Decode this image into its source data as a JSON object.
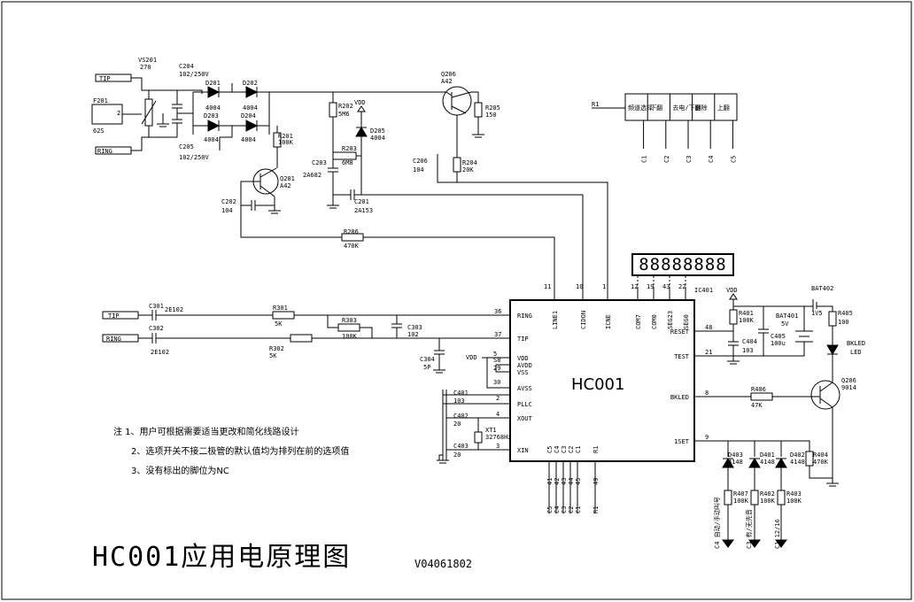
{
  "title": "HC001应用电原理图",
  "version": "V04061802",
  "display_text": "88888888",
  "ic": {
    "name": "HC001",
    "ref": "IC401",
    "left_pins": [
      {
        "num": "36",
        "name": "RING"
      },
      {
        "num": "37",
        "name": "TIP"
      },
      {
        "num": "5",
        "name": "VDD"
      },
      {
        "num": "",
        "name": "AVDD"
      },
      {
        "num": "",
        "name": "VSS"
      },
      {
        "num": "",
        "name": "AVSS"
      },
      {
        "num": "2",
        "name": "PLLC"
      },
      {
        "num": "4",
        "name": "XOUT"
      },
      {
        "num": "3",
        "name": "XIN"
      }
    ],
    "top_pins": [
      {
        "num": "11",
        "name": "LINE1"
      },
      {
        "num": "10",
        "name": "CIDON"
      },
      {
        "num": "1",
        "name": "ICNE"
      },
      {
        "num": "12",
        "name": "COM7"
      },
      {
        "num": "19",
        "name": "COM0"
      },
      {
        "num": "43",
        "name": "SEG23"
      },
      {
        "num": "22",
        "name": "SEG0"
      }
    ],
    "right_pins": [
      {
        "num": "48",
        "name": "RESET"
      },
      {
        "num": "21",
        "name": "TEST"
      },
      {
        "num": "8",
        "name": "BKLED"
      },
      {
        "num": "9",
        "name": "1SET"
      }
    ],
    "bottom_pins": [
      {
        "num": "41",
        "name": "C5"
      },
      {
        "num": "42",
        "name": "C4"
      },
      {
        "num": "43",
        "name": "C3"
      },
      {
        "num": "44",
        "name": "C2"
      },
      {
        "num": "45",
        "name": "C1"
      },
      {
        "num": "49",
        "name": "R1"
      }
    ]
  },
  "line_front": {
    "tip": "TIP",
    "ring": "RING",
    "vs201": "VS201",
    "vs201_val": "270",
    "f201": "F201",
    "f201_val": "62S",
    "f201_pin": "2",
    "c204": "C204",
    "c204_val": "102/250V",
    "c205": "C205",
    "c205_val": "102/250V",
    "d201": "D201",
    "d202": "D202",
    "d203": "D203",
    "d204": "D204",
    "diode_val": "4004",
    "r201": "R201",
    "r201_val": "100K",
    "q201": "Q201",
    "q201_val": "A42",
    "c202": "C202",
    "c202_val": "104",
    "r202": "R202",
    "r202_val": "5M6",
    "r203": "R203",
    "r203_val": "6M8",
    "c203": "C203",
    "c203_val": "2A682",
    "d205": "D205",
    "d205_val": "4004",
    "vdd": "VDD",
    "c201": "C201",
    "c201_val": "2A153",
    "q206": "Q206",
    "q206_val": "A42",
    "r205": "R205",
    "r205_val": "150",
    "c206": "C206",
    "c206_val": "104",
    "r204": "R204",
    "r204_val": "20K",
    "r206": "R206",
    "r206_val": "470K"
  },
  "keypad": {
    "r1": "R1",
    "keys": [
      "C1",
      "C2",
      "C3",
      "C4",
      "C5"
    ],
    "labels": [
      "频道选择",
      "下翻",
      "去电/下翻",
      "删除",
      "上翻"
    ]
  },
  "caller_input": {
    "tip": "TIP",
    "ring": "RING",
    "c301": "C301",
    "c301_val": "2E102",
    "c302": "C302",
    "c302_val": "2E102",
    "r301": "R301",
    "r301_val": "5K",
    "r302": "R302",
    "r302_val": "5K",
    "r303": "R303",
    "r303_val": "100K",
    "c303": "C303",
    "c303_val": "102",
    "c304": "C304",
    "c304_val": "5P",
    "vdd": "VDD",
    "s1": "S8",
    "s2": "5",
    "s3": "29",
    "s4": "30"
  },
  "osc": {
    "c401": "C401",
    "c401_val": "103",
    "c402": "C402",
    "c402_val": "20",
    "c403": "C403",
    "c403_val": "20",
    "xt1": "XT1",
    "xt1_val": "32768Hz"
  },
  "power": {
    "vdd": "VDD",
    "bat402": "BAT402",
    "bat402_val": "1V5",
    "bat401": "BAT401",
    "bat401_val": "5V",
    "r401": "R401",
    "r401_val": "100K",
    "c404": "C404",
    "c404_val": "103",
    "c405": "C405",
    "c405_val": "100u",
    "r405": "R405",
    "r405_val": "100",
    "bkled": "BKLED",
    "led": "LED",
    "q206": "Q206",
    "q206_val": "9014",
    "r406": "R406",
    "r406_val": "47K"
  },
  "options": {
    "d403": "D403",
    "d401": "D401",
    "d402": "D402",
    "diode_val": "4148",
    "r404": "R404",
    "r404_val": "470K",
    "r407": "R407",
    "r407_val": "100K",
    "r402": "R402",
    "r402_val": "100K",
    "r403": "R403",
    "r403_val": "100K",
    "opt1": "C4 自动/手动叫号",
    "opt2": "C3 有/无先音",
    "opt3": "C1 12/16"
  },
  "notes": [
    "注 1、用户可根据需要适当更改和简化线路设计",
    "2、选项开关不接二极管的默认值均为排列在前的选项值",
    "3、没有标出的脚位为NC"
  ]
}
